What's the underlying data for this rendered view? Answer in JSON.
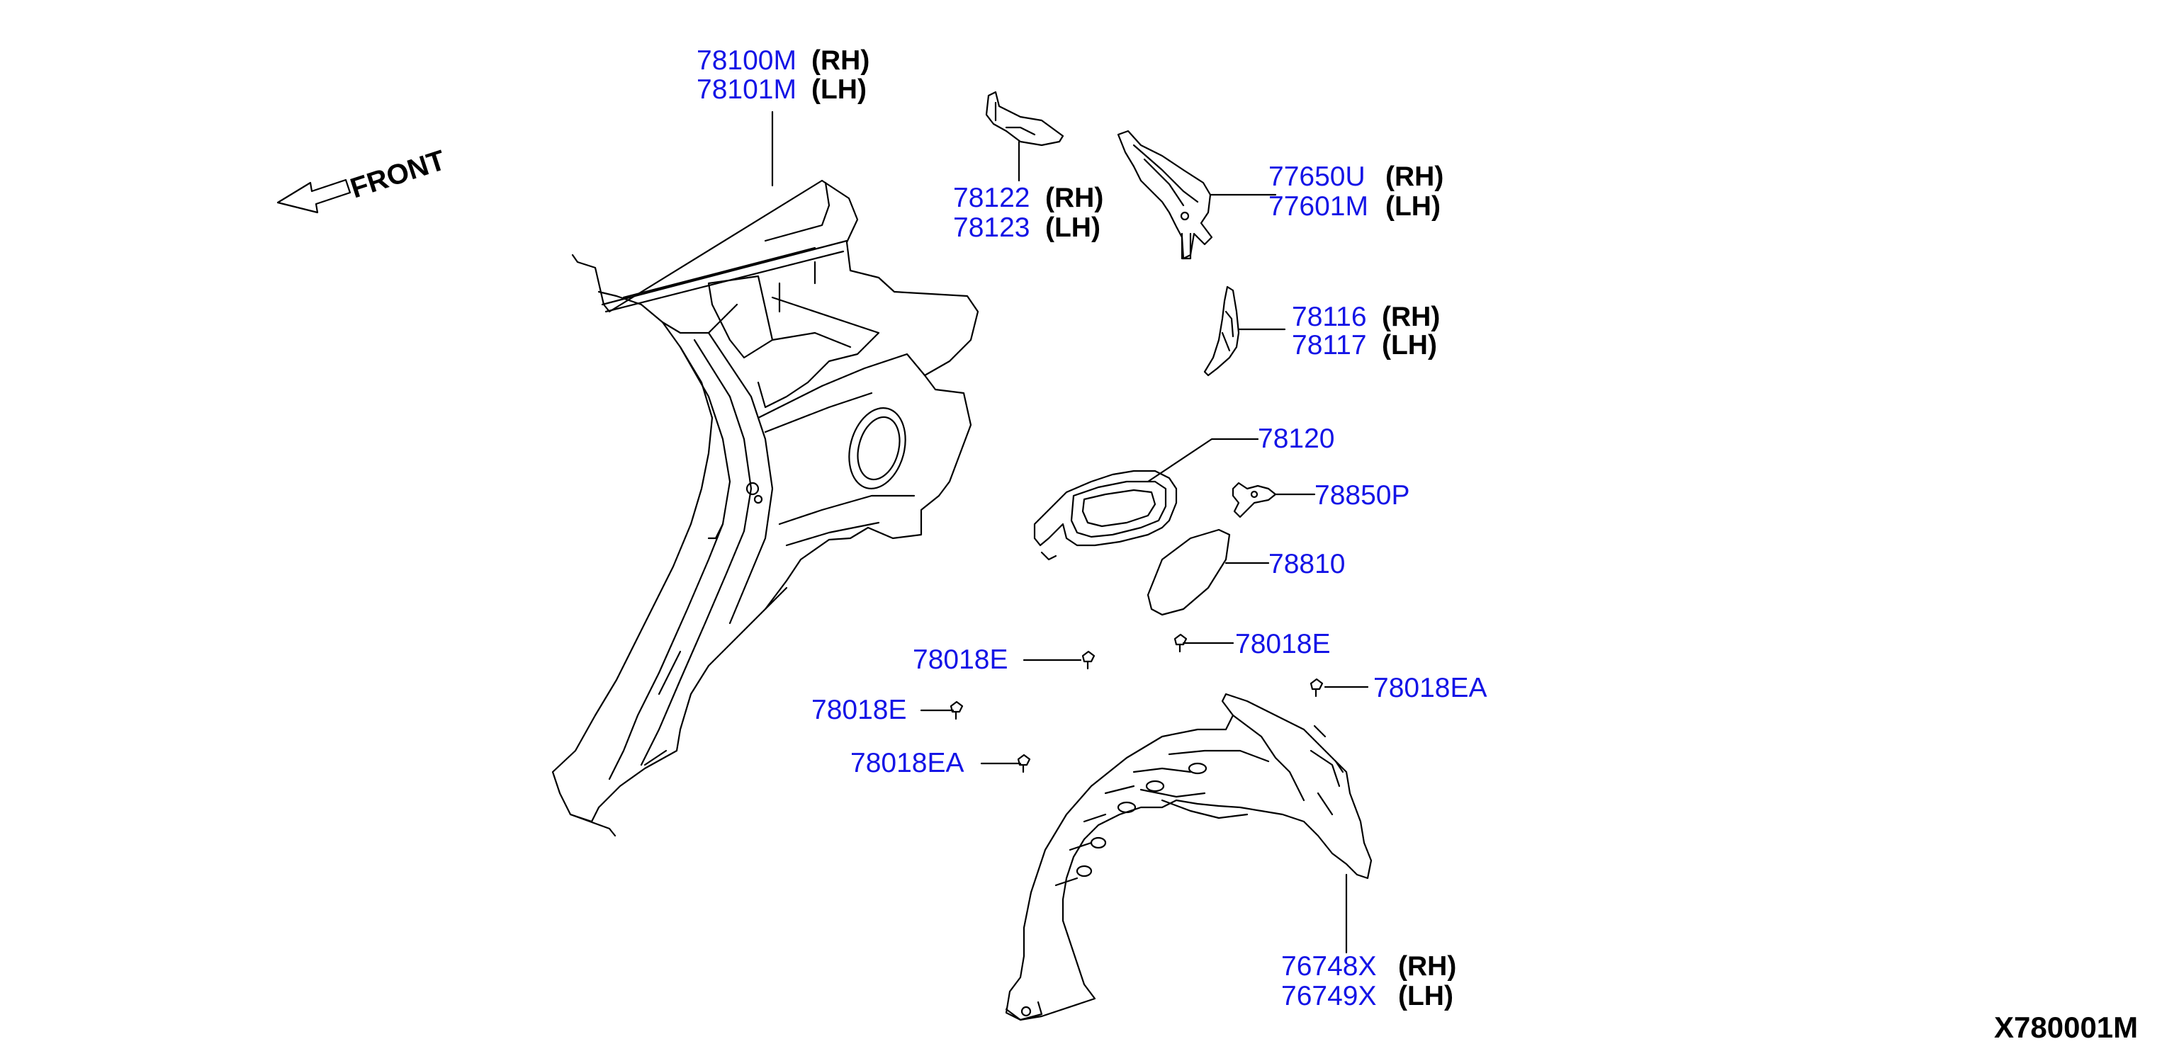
{
  "colors": {
    "link": "#1414e6",
    "line": "#000000",
    "background": "#ffffff"
  },
  "front_label": "FRONT",
  "diagram_code": "X780001M",
  "callouts": [
    {
      "id": "quarter-panel",
      "lines": [
        {
          "part": "78100M",
          "side": "(RH)"
        },
        {
          "part": "78101M",
          "side": "(LH)"
        }
      ]
    },
    {
      "id": "bracket-78122",
      "lines": [
        {
          "part": "78122",
          "side": "(RH)"
        },
        {
          "part": "78123",
          "side": "(LH)"
        }
      ]
    },
    {
      "id": "reinforcement-77650u",
      "lines": [
        {
          "part": "77650U",
          "side": "(RH)"
        },
        {
          "part": "77601M",
          "side": "(LH)"
        }
      ]
    },
    {
      "id": "bracket-78116",
      "lines": [
        {
          "part": "78116",
          "side": "(RH)"
        },
        {
          "part": "78117",
          "side": "(LH)"
        }
      ]
    },
    {
      "id": "filler-base",
      "lines": [
        {
          "part": "78120"
        }
      ]
    },
    {
      "id": "lid-opener",
      "lines": [
        {
          "part": "78850P"
        }
      ]
    },
    {
      "id": "filler-lid",
      "lines": [
        {
          "part": "78810"
        }
      ]
    },
    {
      "id": "clip-a",
      "lines": [
        {
          "part": "78018E"
        }
      ]
    },
    {
      "id": "clip-b",
      "lines": [
        {
          "part": "78018E"
        }
      ]
    },
    {
      "id": "clip-c",
      "lines": [
        {
          "part": "78018EA"
        }
      ]
    },
    {
      "id": "clip-d",
      "lines": [
        {
          "part": "78018E"
        }
      ]
    },
    {
      "id": "clip-e",
      "lines": [
        {
          "part": "78018EA"
        }
      ]
    },
    {
      "id": "wheel-house-protector",
      "lines": [
        {
          "part": "76748X",
          "side": "(RH)"
        },
        {
          "part": "76749X",
          "side": "(LH)"
        }
      ]
    }
  ]
}
